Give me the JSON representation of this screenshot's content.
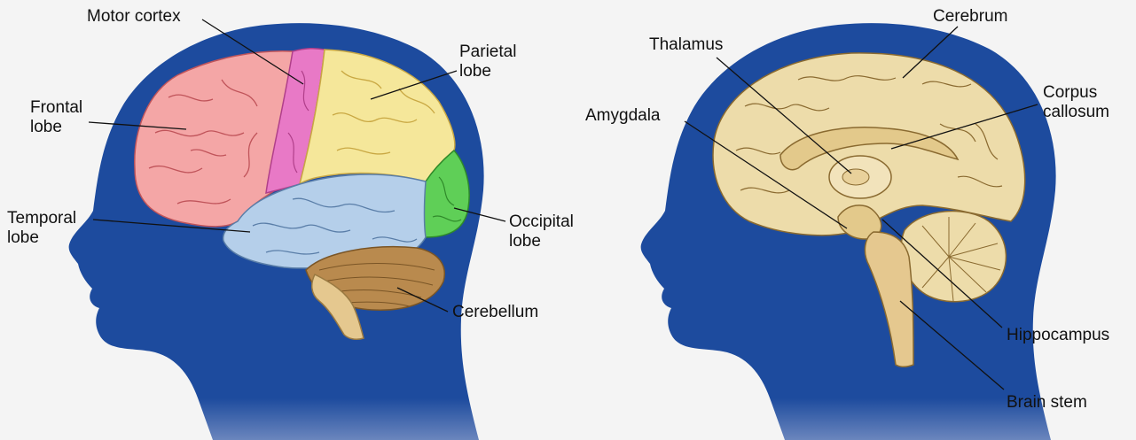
{
  "colors": {
    "background": "#f4f4f4",
    "head": "#1d4b9e",
    "frontal": "#f4a6a6",
    "motor": "#e879c6",
    "parietal": "#f5e79a",
    "occipital": "#5fcf57",
    "temporal": "#b5cfea",
    "cerebellum": "#b98a4e",
    "brain_tan": "#eddcaa",
    "brain_stem": "#e5c88f"
  },
  "left_diagram": {
    "labels": {
      "motor_cortex": "Motor cortex",
      "parietal_1": "Parietal",
      "parietal_2": "lobe",
      "frontal_1": "Frontal",
      "frontal_2": "lobe",
      "temporal_1": "Temporal",
      "temporal_2": "lobe",
      "occipital_1": "Occipital",
      "occipital_2": "lobe",
      "cerebellum": "Cerebellum"
    }
  },
  "right_diagram": {
    "labels": {
      "cerebrum": "Cerebrum",
      "thalamus": "Thalamus",
      "corpus_1": "Corpus",
      "corpus_2": "callosum",
      "amygdala": "Amygdala",
      "hippocampus": "Hippocampus",
      "brain_stem": "Brain stem"
    }
  }
}
